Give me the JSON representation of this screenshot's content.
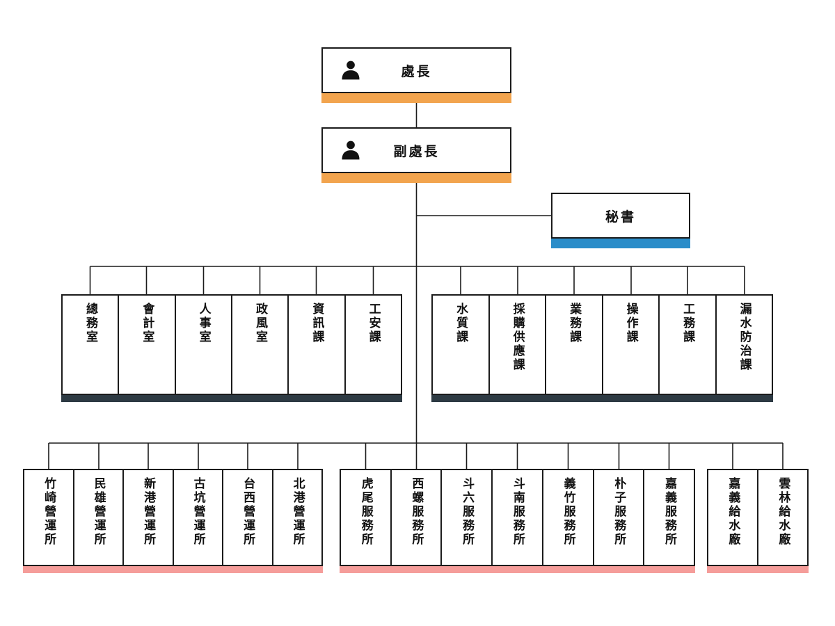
{
  "title": "water-utility-organization-chart",
  "accents": {
    "orange": "#F2A44E",
    "blue": "#2B8DC9",
    "dark": "#2D3A43",
    "pink": "#F59D9A",
    "line": "#1b1b1b"
  },
  "executives": {
    "director": {
      "label": "處長",
      "icon": "person-icon"
    },
    "deputy": {
      "label": "副處長",
      "icon": "person-icon"
    },
    "secretary": {
      "label": "秘書"
    }
  },
  "department_groups": [
    {
      "id": "admin-departments",
      "accent": "dark",
      "items": [
        "總務室",
        "會計室",
        "人事室",
        "政風室",
        "資訊課",
        "工安課"
      ]
    },
    {
      "id": "operations-departments",
      "accent": "dark",
      "items": [
        "水質課",
        "採購供應課",
        "業務課",
        "操作課",
        "工務課",
        "漏水防治課"
      ]
    }
  ],
  "field_office_groups": [
    {
      "id": "operation-stations",
      "accent": "pink",
      "items": [
        "竹崎營運所",
        "民雄營運所",
        "新港營運所",
        "古坑營運所",
        "台西營運所",
        "北港營運所"
      ]
    },
    {
      "id": "service-stations",
      "accent": "pink",
      "items": [
        "虎尾服務所",
        "西螺服務所",
        "斗六服務所",
        "斗南服務所",
        "義竹服務所",
        "朴子服務所",
        "嘉義服務所"
      ]
    },
    {
      "id": "water-plants",
      "accent": "pink",
      "items": [
        "嘉義給水廠",
        "雲林給水廠"
      ]
    }
  ]
}
